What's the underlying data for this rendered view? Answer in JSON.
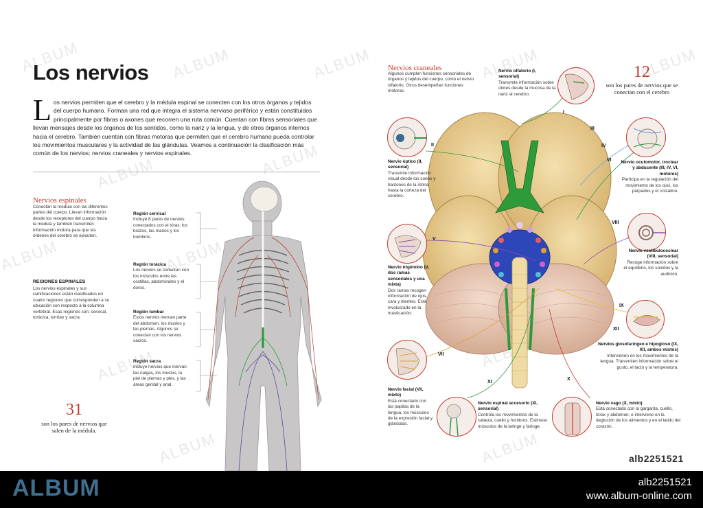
{
  "title": "Los nervios",
  "intro": "Los nervios permiten que el cerebro y la médula espinal se conecten con los otros órganos y tejidos del cuerpo humano. Forman una red que integra el sistema nervioso periférico y están constituidos principalmente por fibras o axones que recorren una ruta común. Cuentan con fibras sensoriales que llevan mensajes desde los órganos de los sentidos, como la nariz y la lengua, y de otros órganos internos hacia el cerebro. También cuentan con fibras motoras que permiten que el cerebro humano pueda controlar los movimientos musculares y la actividad de las glándulas. Veamos a continuación la clasificación más común de los nervios: nervios craneales y nervios espinales.",
  "spinal": {
    "heading": "Nervios espinales",
    "text": "Conectan la médula con las diferentes partes del cuerpo. Llevan información desde los receptores del cuerpo hacia la médula y también transmiten información motora para que las órdenes del cerebro se ejecuten.",
    "regions_heading": "REGIONES ESPINALES",
    "regions_text": "Los nervios espinales y sus ramificaciones están clasificados en cuatro regiones que corresponden a su ubicación con respecto a la columna vertebral. Esas regiones son: cervical, torácica, lumbar y sacra.",
    "count": "31",
    "count_text": "son los pares de nervios que salen de la médula.",
    "regions": [
      {
        "name": "Región cervical",
        "text": "Incluye 8 pares de nervios conectados con el tórax, los brazos, las manos y los hombros."
      },
      {
        "name": "Región torácica",
        "text": "Los nervios se conectan con los músculos entre las costillas, abdominales y el dorso."
      },
      {
        "name": "Región lumbar",
        "text": "Estos nervios inervan parte del abdomen, los muslos y las piernas. Algunos se conectan con los nervios sacros."
      },
      {
        "name": "Región sacra",
        "text": "Incluye nervios que inervan las nalgas, los muslos, la piel de piernas y pies, y las áreas genital y anal."
      }
    ]
  },
  "cranial": {
    "heading": "Nervios craneales",
    "text": "Algunos cumplen funciones sensoriales de órganos y tejidos del cuerpo, como el nervio olfatorio. Otros desempeñan funciones motoras.",
    "count": "12",
    "count_text": "son los pares de nervios que se conectan con el cerebro",
    "nerves": [
      {
        "name": "Nervio olfatorio (I, sensorial)",
        "text": "Transmite información sobre olores desde la mucosa de la nariz al cerebro."
      },
      {
        "name": "Nervio óptico (II, sensorial)",
        "text": "Transmite información visual desde los conos y bastones de la retina hasta la corteza del cerebro."
      },
      {
        "name": "Nervio oculomotor, troclear y abducente (III, IV, VI, motores)",
        "text": "Participa en la regulación del movimiento de los ojos, los párpados y el cristalino."
      },
      {
        "name": "Nervio trigémino (V, dos ramas sensoriales y una mixta)",
        "text": "Dos ramas recogen información de ojos, cara y dientes. Está involucrado en la masticación."
      },
      {
        "name": "Nervio vestibulococlear (VIII, sensorial)",
        "text": "Recoge información sobre el equilibrio, los sonidos y la audición."
      },
      {
        "name": "Nervios glosofaríngeo e hipogloso (IX, XII, ambos mixtos)",
        "text": "Intervienen en los movimientos de la lengua. Transmiten información sobre el gusto, el tacto y la temperatura."
      },
      {
        "name": "Nervio facial (VII, mixto)",
        "text": "Está conectado con las papilas de la lengua, los músculos de la expresión facial y glándulas."
      },
      {
        "name": "Nervio espinal accesorio (XI, sensorial)",
        "text": "Controla los movimientos de la cabeza, cuello y hombros. Estimula músculos de la laringe y faringe."
      },
      {
        "name": "Nervio vago (X, mixto)",
        "text": "Está conectado con la garganta, cuello, tórax y abdomen, e interviene en la deglución de los alimentos y en el latido del corazón."
      }
    ],
    "roman": [
      "I",
      "II",
      "III",
      "IV",
      "V",
      "VI",
      "VII",
      "VIII",
      "IX",
      "X",
      "XI",
      "XII"
    ]
  },
  "stock_id": "alb2251521",
  "footer": {
    "logo": "ALBUM",
    "id": "alb2251521",
    "url": "www.album-online.com"
  },
  "watermark": "ALBUM",
  "colors": {
    "accent": "#c23a2d",
    "footer_bg": "#000000",
    "logo": "#3d6f8e"
  }
}
